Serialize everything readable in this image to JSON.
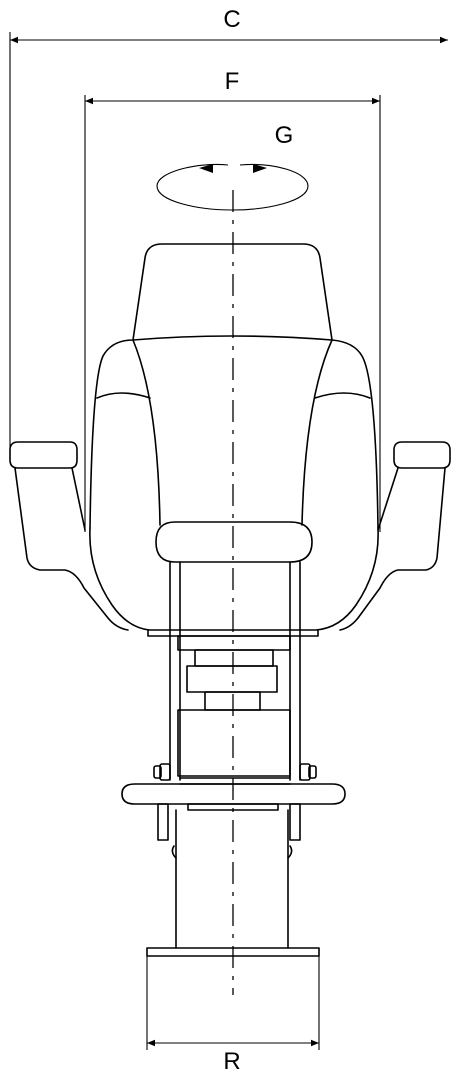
{
  "diagram": {
    "dimension_labels": {
      "overall_width": "C",
      "seat_width": "F",
      "swivel": "G",
      "base_width": "R"
    },
    "line_color": "#000000",
    "background_color": "#ffffff"
  }
}
